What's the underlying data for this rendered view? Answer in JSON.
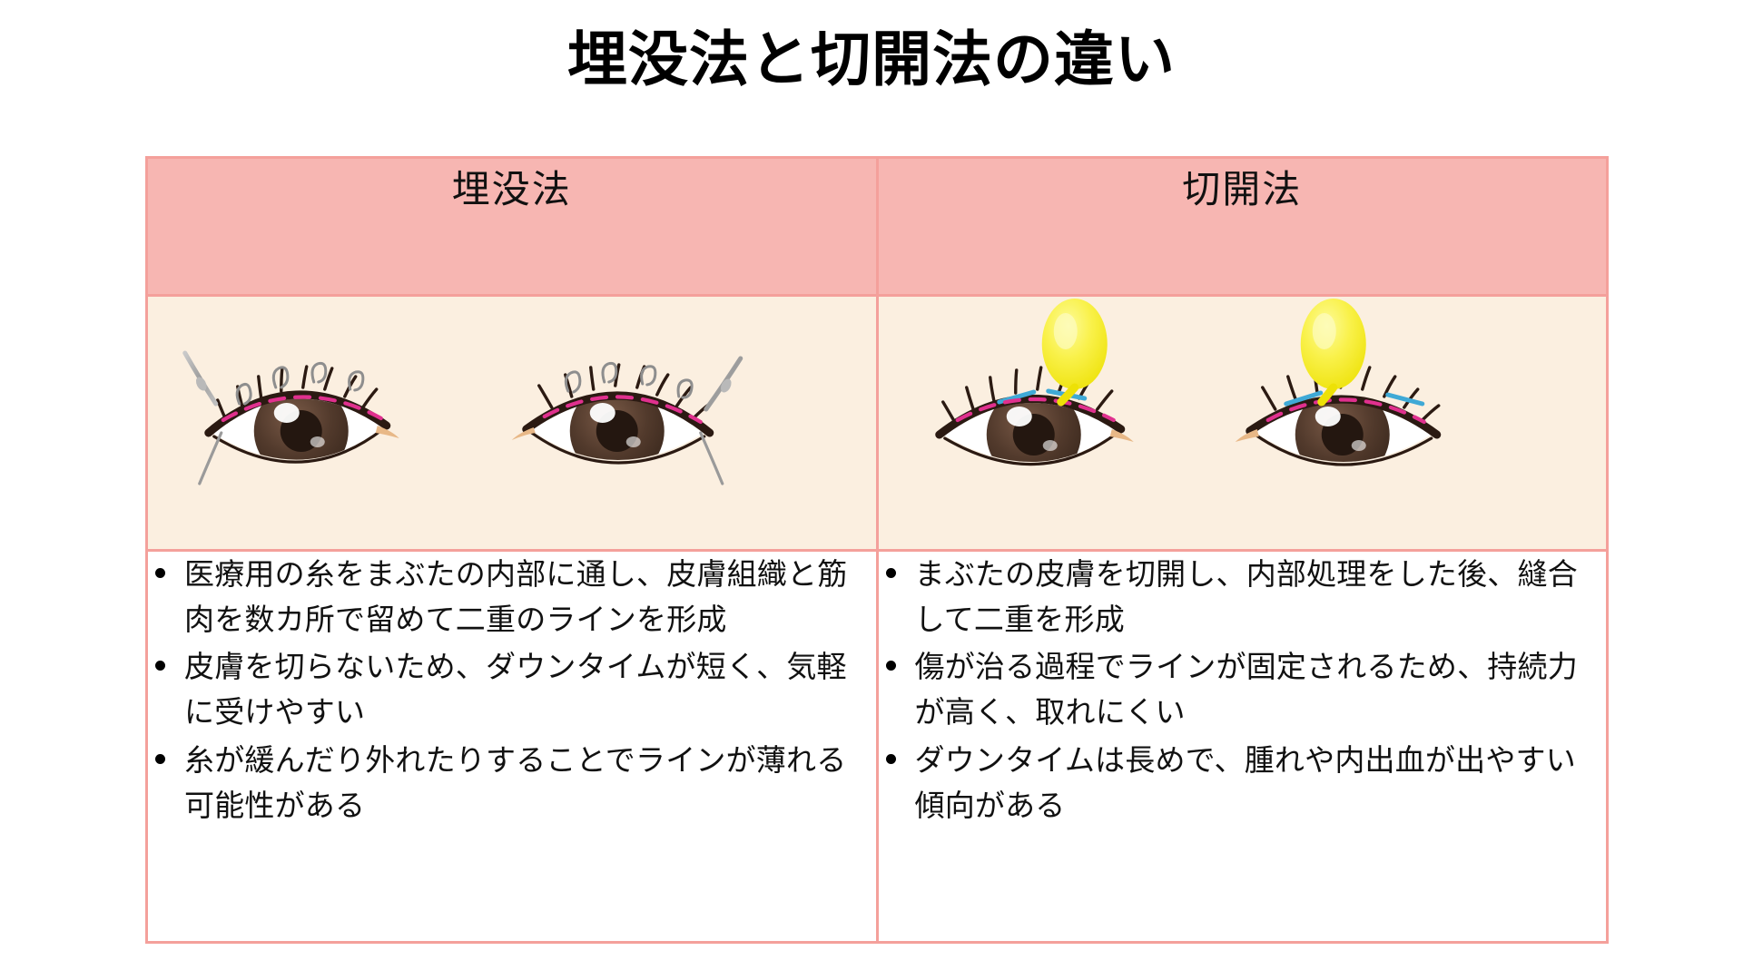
{
  "title": "埋没法と切開法の違い",
  "table": {
    "columns": [
      {
        "id": "maibotsu",
        "header": "埋没法",
        "illustration": {
          "name": "eyes-with-buried-suture-threads",
          "description": "両目のイラスト：まぶたに糸（グレーの縫合糸）と二重ラインのピンク破線",
          "background_color": "#FBEFE0",
          "thread_color": "#A8A8A8",
          "line_color": "#E0308E",
          "iris_color": "#5A4034"
        },
        "bullets": [
          "医療用の糸をまぶたの内部に通し、皮膚組織と筋肉を数カ所で留めて二重のラインを形成",
          "皮膚を切らないため、ダウンタイムが短く、気軽に受けやすい",
          "糸が緩んだり外れたりすることでラインが薄れる可能性がある"
        ]
      },
      {
        "id": "sekkai",
        "header": "切開法",
        "illustration": {
          "name": "eyes-with-scalpel-incision",
          "description": "両目のイラスト：黄色いメス（切開器具）と青い切開線、二重ラインのピンク破線",
          "background_color": "#FBEFE0",
          "scalpel_color": "#F7EF3A",
          "incision_color": "#3FA9D6",
          "line_color": "#E0308E",
          "iris_color": "#5A4034"
        },
        "bullets": [
          "まぶたの皮膚を切開し、内部処理をした後、縫合して二重を形成",
          "傷が治る過程でラインが固定されるため、持続力が高く、取れにくい",
          "ダウンタイムは長めで、腫れや内出血が出やすい傾向がある"
        ]
      }
    ]
  },
  "colors": {
    "header_background": "#F7B6B2",
    "border": "#F4A09B",
    "image_background": "#FBEFE0",
    "text_background": "#FFFFFF",
    "page_background": "#FFFFFF",
    "text": "#111111"
  }
}
